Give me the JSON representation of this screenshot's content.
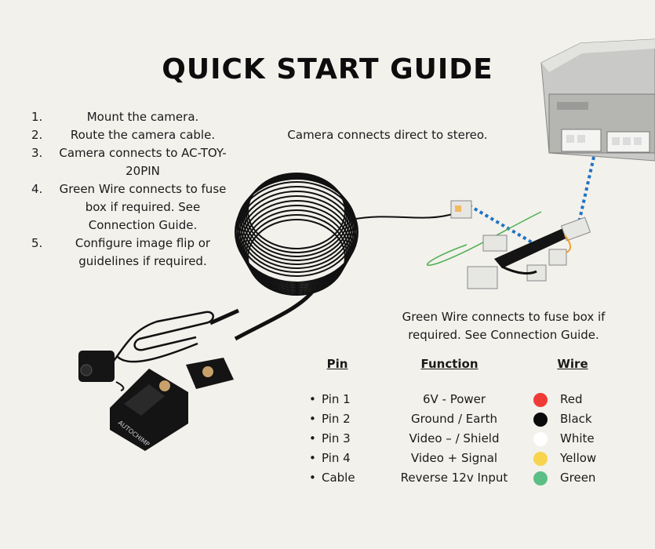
{
  "title": "QUICK START GUIDE",
  "steps": [
    {
      "num": "1.",
      "text": "Mount the camera."
    },
    {
      "num": "2.",
      "text": "Route the camera cable."
    },
    {
      "num": "3.",
      "text": "Camera connects to AC-TOY-20PIN"
    },
    {
      "num": "4.",
      "text": "Green Wire connects to fuse box if required. See Connection Guide."
    },
    {
      "num": "5.",
      "text": "Configure image flip or guidelines if required."
    }
  ],
  "captions": {
    "stereo": "Camera connects direct to stereo.",
    "green_wire": "Green Wire connects to fuse box if required. See Connection Guide."
  },
  "table": {
    "headers": {
      "pin": "Pin",
      "function": "Function",
      "wire": "Wire"
    },
    "rows": [
      {
        "pin": "Pin 1",
        "function": "6V - Power",
        "wire": "Red",
        "color": "#ef3b36"
      },
      {
        "pin": "Pin 2",
        "function": "Ground / Earth",
        "wire": "Black",
        "color": "#0b0b0b"
      },
      {
        "pin": "Pin 3",
        "function": "Video – / Shield",
        "wire": "White",
        "color": "#ffffff"
      },
      {
        "pin": "Pin 4",
        "function": "Video + Signal",
        "wire": "Yellow",
        "color": "#f7d44c"
      },
      {
        "pin": "Cable",
        "function": "Reverse 12v Input",
        "wire": "Green",
        "color": "#5bbf85"
      }
    ]
  },
  "bracket_brand": "AUTOCHIMP",
  "colors": {
    "background": "#f3f1ec",
    "dashed_line": "#1f73c4",
    "green_wire": "#4caf50"
  }
}
